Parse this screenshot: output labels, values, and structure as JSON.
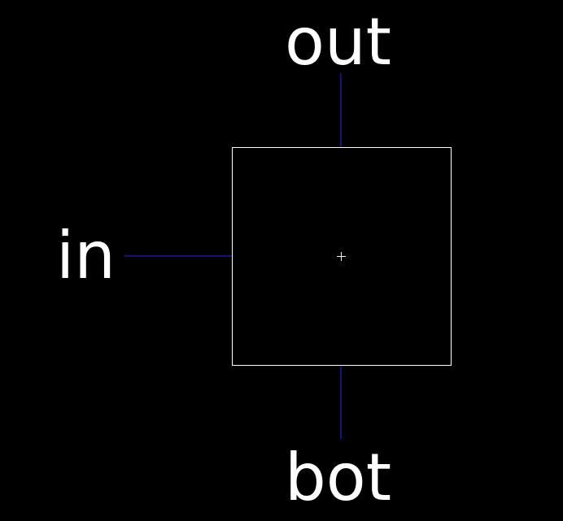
{
  "colors": {
    "background": "#000000",
    "box_outline": "#ffffff",
    "pin_line": "#1a1aa0",
    "text": "#ffffff",
    "center_marker": "#ffffff"
  },
  "symbol": {
    "pins": [
      {
        "name": "out",
        "side": "top"
      },
      {
        "name": "in",
        "side": "left"
      },
      {
        "name": "bot",
        "side": "bottom"
      }
    ],
    "center_marker": "plus"
  }
}
